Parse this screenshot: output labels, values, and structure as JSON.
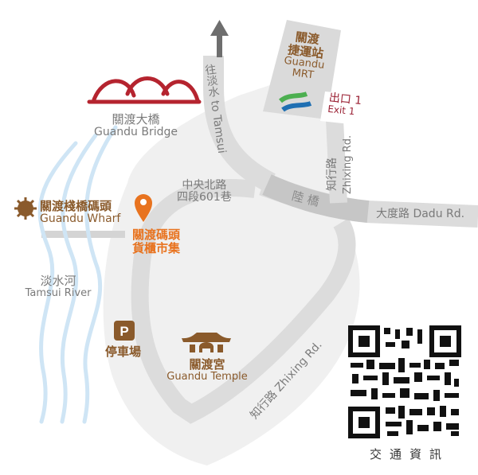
{
  "map": {
    "landmarks": {
      "bridge": {
        "zh": "關渡大橋",
        "en": "Guandu Bridge",
        "icon": "arch-bridge-icon",
        "color": "#b5242f"
      },
      "mrt": {
        "zh_line1": "關渡",
        "zh_line2": "捷運站",
        "en_line1": "Guandu",
        "en_line2": "MRT",
        "icon": "metro-logo-icon"
      },
      "exit": {
        "zh": "出口 1",
        "en": "Exit 1"
      },
      "wharf": {
        "zh": "關渡棧橋碼頭",
        "en": "Guandu Wharf",
        "icon": "ship-wheel-icon"
      },
      "market": {
        "line1": "關渡碼頭",
        "line2": "貨櫃市集",
        "icon": "location-pin-icon",
        "color": "#e8731f"
      },
      "river": {
        "zh": "淡水河",
        "en": "Tamsui River"
      },
      "parking": {
        "zh": "停車場",
        "icon_letter": "P"
      },
      "temple": {
        "zh": "關渡宮",
        "en": "Guandu Temple",
        "icon": "temple-icon"
      }
    },
    "roads": {
      "to_tamsui": "往淡水 to Tamsui",
      "zhongyang": {
        "line1": "中央北路",
        "line2": "四段601巷"
      },
      "luqiao": "陸 橋",
      "dadu": "大度路 Dadu Rd.",
      "zhixing_top_zh": "知行路",
      "zhixing_top_en": "Zhixing Rd.",
      "zhixing_bottom": "知行路 Zhixing Rd."
    },
    "colors": {
      "land": "#f0f0f0",
      "road": "#dedede",
      "overpass": "#c4c4c4",
      "river": "#cfe5f5",
      "text_gray": "#7a7a7a",
      "brown": "#8a5a2b",
      "exit_red": "#9b2235"
    }
  },
  "qr": {
    "caption": "交通資訊"
  }
}
